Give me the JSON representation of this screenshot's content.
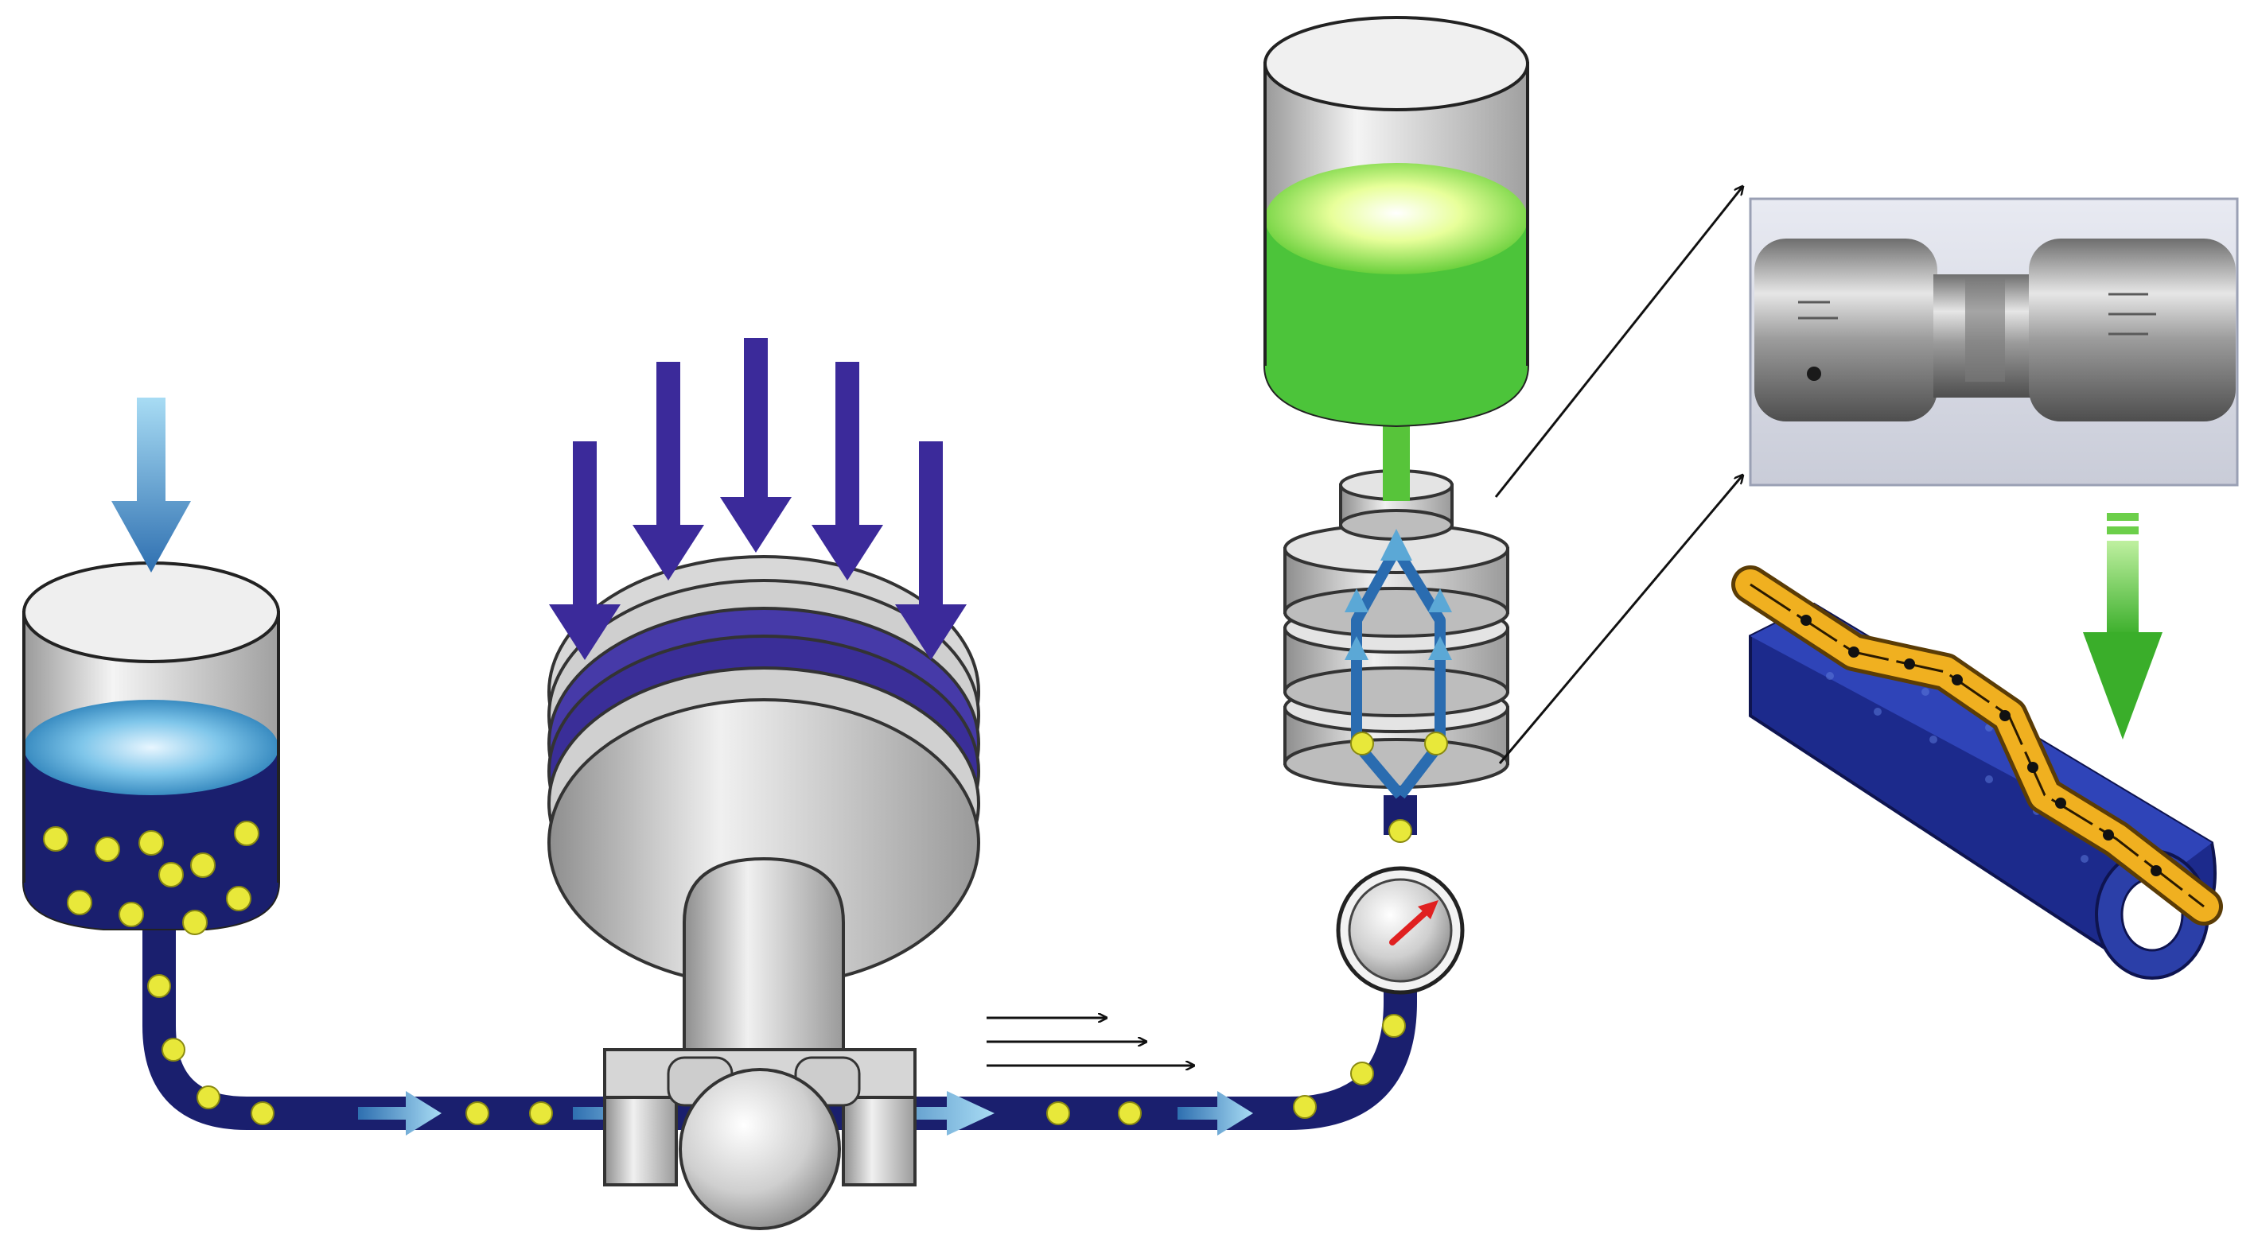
{
  "diagram": {
    "components": [
      {
        "id": "feed-tank",
        "icon": "liquid-reservoir-icon"
      },
      {
        "id": "pump",
        "icon": "high-pressure-pump-icon"
      },
      {
        "id": "pressure-gauge",
        "icon": "pressure-gauge-icon"
      },
      {
        "id": "receiver",
        "icon": "collection-vessel-icon"
      },
      {
        "id": "homogenizing-valve",
        "icon": "stacked-valve-icon"
      },
      {
        "id": "nozzle-photo",
        "icon": "metal-nozzle-photo-icon"
      },
      {
        "id": "nozzle-cutaway",
        "icon": "nozzle-cross-section-icon"
      }
    ],
    "colors": {
      "navy_fluid": "#1a1f6e",
      "particle": "#e8e83a",
      "flow_arrow": "#5ba8d6",
      "press_arrow": "#3b2a9a",
      "green_liquid": "#4cc43a",
      "steel": "#c8c8c8",
      "channel_gold": "#f0b020",
      "gauge_needle": "#e02020"
    }
  }
}
